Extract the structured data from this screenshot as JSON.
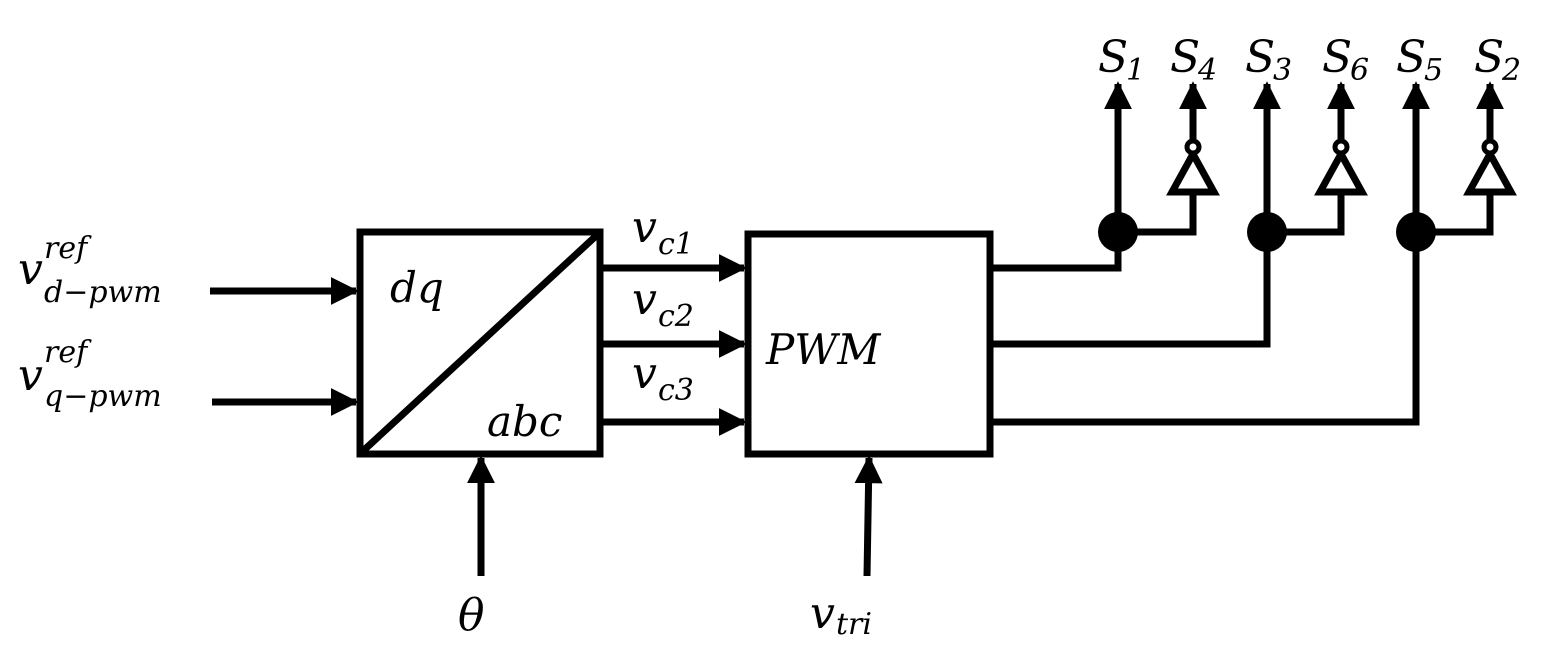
{
  "diagram": {
    "inputs": {
      "vd": {
        "base": "v",
        "sup": "ref",
        "sub": "d−pwm"
      },
      "vq": {
        "base": "v",
        "sup": "ref",
        "sub": "q−pwm"
      },
      "theta": "θ",
      "vtri": {
        "base": "v",
        "sub": "tri"
      }
    },
    "transform_block": {
      "top_label": "dq",
      "bottom_label": "abc"
    },
    "pwm_block": {
      "label": "PWM"
    },
    "signals": [
      {
        "base": "v",
        "sub": "c1"
      },
      {
        "base": "v",
        "sub": "c2"
      },
      {
        "base": "v",
        "sub": "c3"
      }
    ],
    "outputs": [
      {
        "base": "S",
        "sub": "1"
      },
      {
        "base": "S",
        "sub": "4"
      },
      {
        "base": "S",
        "sub": "3"
      },
      {
        "base": "S",
        "sub": "6"
      },
      {
        "base": "S",
        "sub": "5"
      },
      {
        "base": "S",
        "sub": "2"
      }
    ],
    "colors": {
      "stroke": "#000000",
      "background": "#ffffff"
    }
  }
}
